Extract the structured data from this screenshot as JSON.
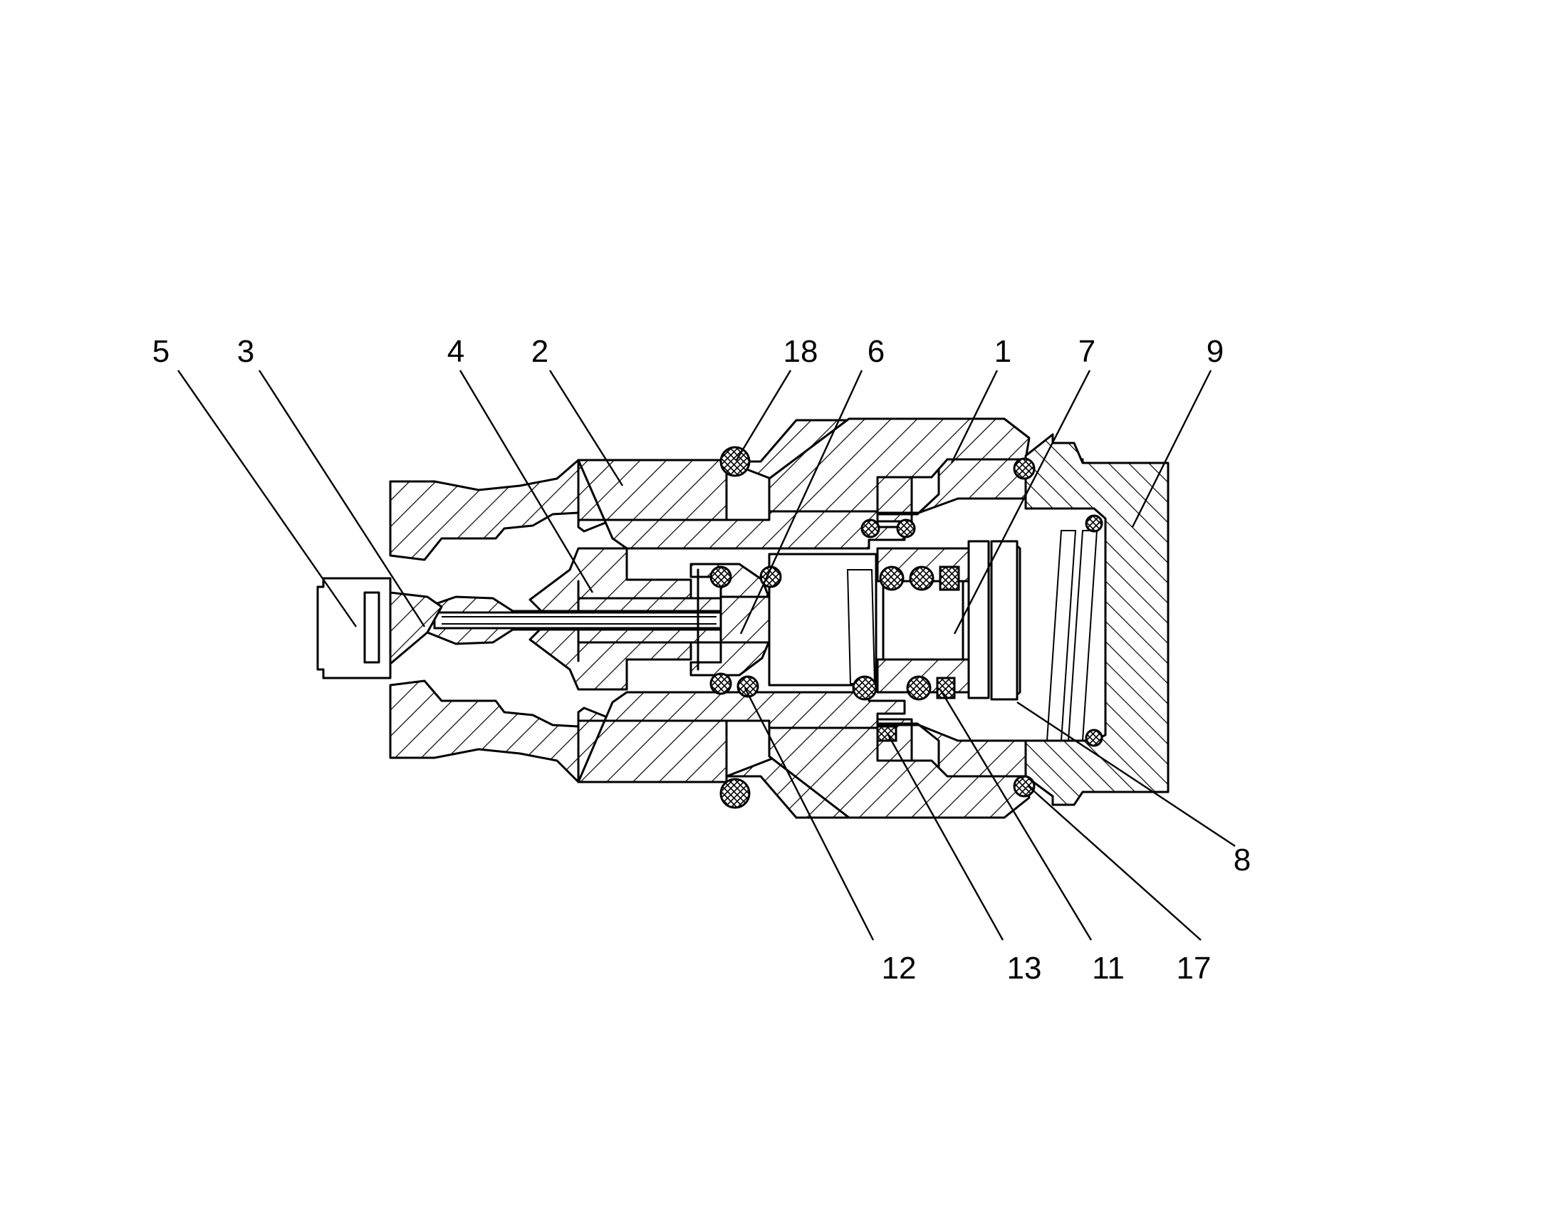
{
  "diagram": {
    "type": "cross-section",
    "callouts": [
      "5",
      "3",
      "4",
      "2",
      "18",
      "6",
      "1",
      "7",
      "9",
      "8",
      "12",
      "13",
      "11",
      "17"
    ]
  }
}
